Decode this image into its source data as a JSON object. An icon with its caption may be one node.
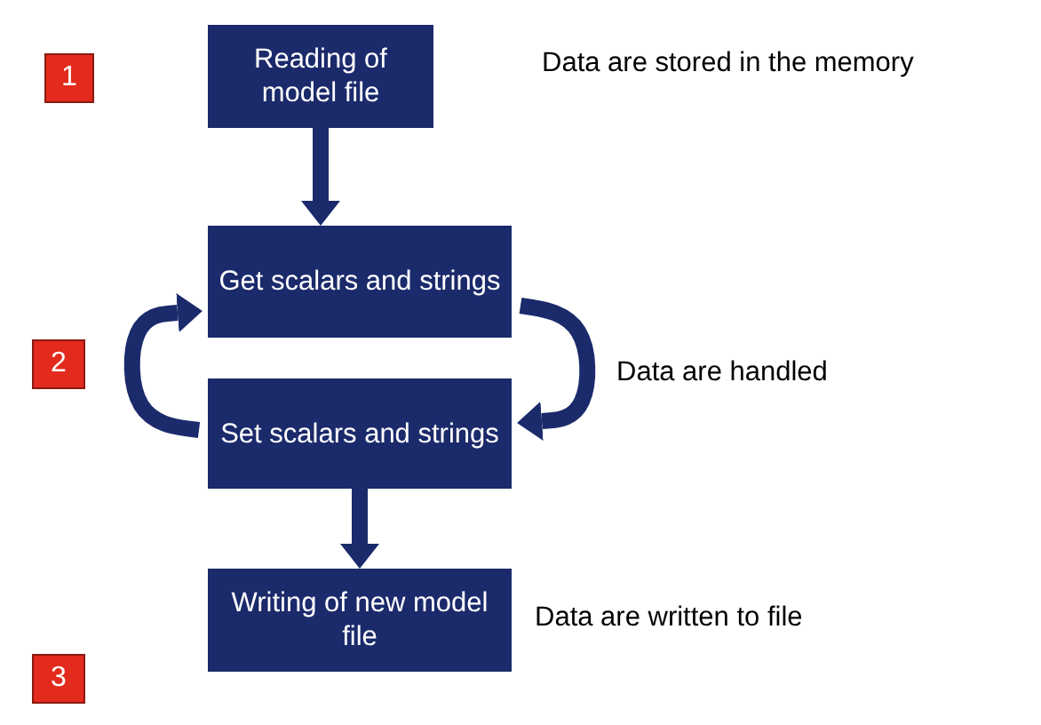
{
  "diagram": {
    "nodes": [
      {
        "text": [
          "1"
        ]
      },
      {
        "text": [
          "Reading of model file"
        ]
      },
      {
        "text": [
          "Get scalars and strings"
        ]
      },
      {
        "text": [
          "Set scalars and strings"
        ]
      },
      {
        "text": [
          "2"
        ]
      },
      {
        "text": [
          "Writing of new model file"
        ]
      },
      {
        "text": [
          "3"
        ]
      }
    ],
    "edges": [
      {
        "from": 1,
        "to": 2,
        "arrow": "to"
      },
      {
        "from": 3,
        "to": 2,
        "arrow": "to"
      },
      {
        "from": 2,
        "to": 3,
        "arrow": "to"
      },
      {
        "from": 3,
        "to": 5,
        "arrow": "to"
      }
    ],
    "labels": [
      "Data are stored in the memory",
      "Data are handled",
      "Data are written to file"
    ]
  }
}
